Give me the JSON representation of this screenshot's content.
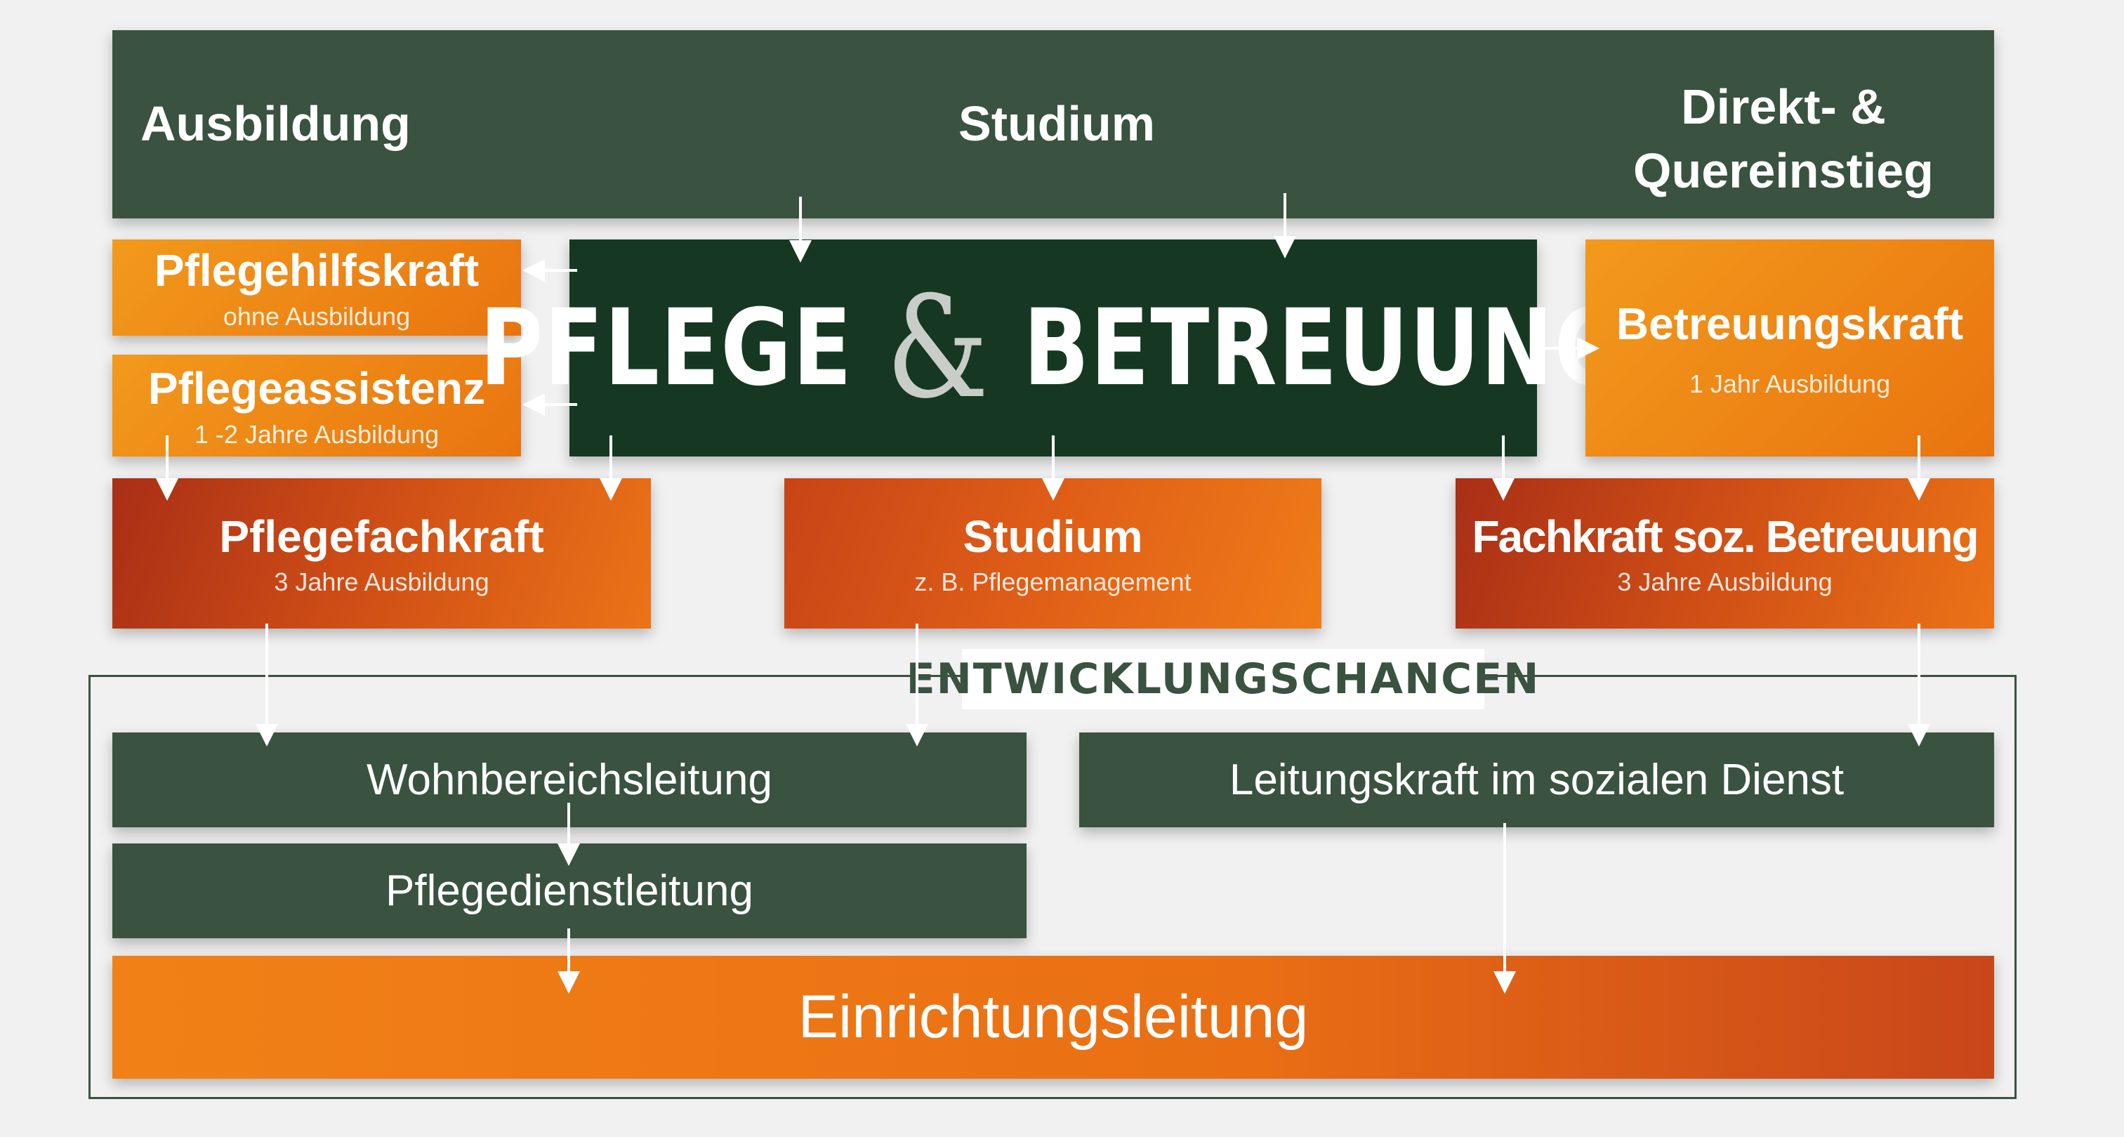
{
  "header": {
    "ausbildung": "Ausbildung",
    "studium": "Studium",
    "direkt_line1": "Direkt- &",
    "direkt_line2": "Quereinstieg"
  },
  "center": {
    "word1": "PFLEGE",
    "amp": "&",
    "word2": "BETREUUNG"
  },
  "boxes": {
    "pflegehilfskraft": {
      "title": "Pflegehilfskraft",
      "sub": "ohne Ausbildung"
    },
    "pflegeassistenz": {
      "title": "Pflegeassistenz",
      "sub": "1 -2 Jahre Ausbildung"
    },
    "betreuungskraft": {
      "title": "Betreuungskraft",
      "sub": "1 Jahr Ausbildung"
    },
    "pflegefachkraft": {
      "title": "Pflegefachkraft",
      "sub": "3 Jahre Ausbildung"
    },
    "studium": {
      "title": "Studium",
      "sub": "z. B. Pflegemanagement"
    },
    "fachkraft": {
      "title": "Fachkraft soz. Betreuung",
      "sub": "3 Jahre Ausbildung"
    }
  },
  "section_label": "ENTWICKLUNGSCHANCEN",
  "career": {
    "wohnbereichsleitung": "Wohnbereichsleitung",
    "leitungskraft": "Leitungskraft im sozialen Dienst",
    "pflegedienstleitung": "Pflegedienstleitung",
    "einrichtungsleitung": "Einrichtungsleitung"
  },
  "colors": {
    "green": "#3a5240",
    "dark_green": "#163822",
    "orange": "#ec7317",
    "dark_orange": "#a92f16",
    "background": "#f1f1f1"
  }
}
